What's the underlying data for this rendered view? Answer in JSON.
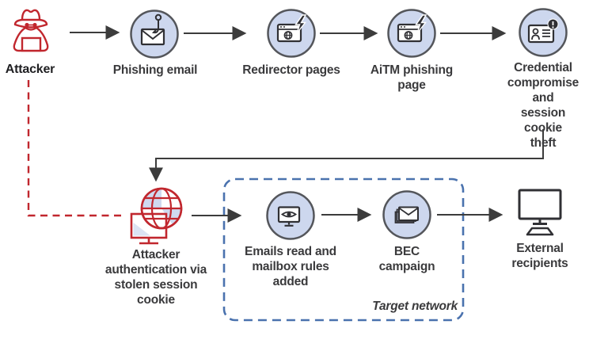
{
  "nodes": {
    "attacker": {
      "label": "Attacker",
      "icon": "spy-icon"
    },
    "phishing_email": {
      "label": "Phishing email",
      "icon": "envelope-fishhook-icon"
    },
    "redirector_pages": {
      "label": "Redirector pages",
      "icon": "browser-lightning-icon"
    },
    "aitm_phishing_page": {
      "label": "AiTM phishing\npage",
      "icon": "browser-lightning-icon"
    },
    "credential_theft": {
      "label": "Credential\ncompromise and\nsession cookie\ntheft",
      "icon": "id-card-alert-icon"
    },
    "attacker_auth": {
      "label": "Attacker\nauthentication via\nstolen session\ncookie",
      "icon": "globe-monitor-red-icon"
    },
    "emails_read": {
      "label": "Emails read and\nmailbox rules\nadded",
      "icon": "monitor-eye-icon"
    },
    "bec_campaign": {
      "label": "BEC\ncampaign",
      "icon": "envelope-stack-icon"
    },
    "external_recipients": {
      "label": "External\nrecipients",
      "icon": "desktop-computer-icon"
    }
  },
  "group": {
    "label": "Target network"
  },
  "colors": {
    "node_fill": "#cdd7ee",
    "node_stroke": "#54565b",
    "icon_stroke": "#303034",
    "arrow": "#3c3c3c",
    "red": "#c1272e",
    "blue_dash": "#4a72ae",
    "text": "#3a3a3c"
  }
}
